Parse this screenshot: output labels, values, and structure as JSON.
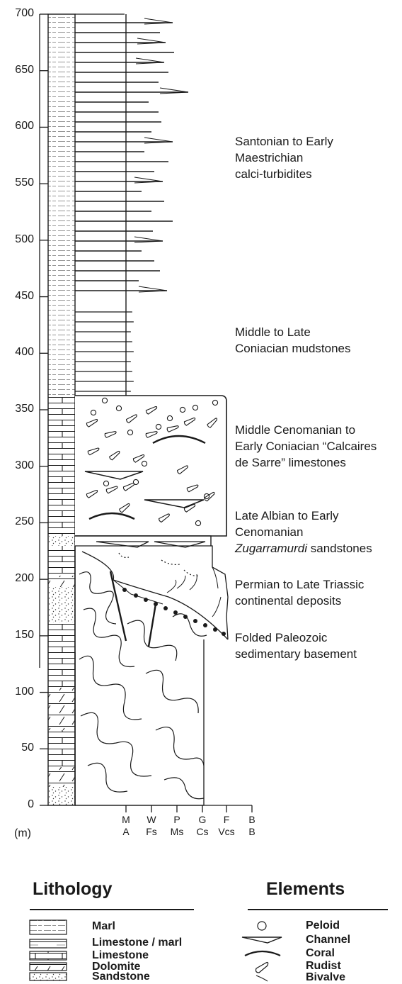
{
  "y_axis": {
    "unit": "(m)",
    "ticks": [
      {
        "label": "0",
        "value": 0
      },
      {
        "label": "50",
        "value": 50
      },
      {
        "label": "100",
        "value": 100
      },
      {
        "label": "150",
        "value": 150
      },
      {
        "label": "200",
        "value": 200
      },
      {
        "label": "250",
        "value": 250
      },
      {
        "label": "300",
        "value": 300
      },
      {
        "label": "350",
        "value": 350
      },
      {
        "label": "400",
        "value": 400
      },
      {
        "label": "450",
        "value": 450
      },
      {
        "label": "500",
        "value": 500
      },
      {
        "label": "550",
        "value": 550
      },
      {
        "label": "600",
        "value": 600
      },
      {
        "label": "650",
        "value": 650
      },
      {
        "label": "700",
        "value": 700
      }
    ]
  },
  "grain_size": [
    {
      "top": "M",
      "bottom": "A"
    },
    {
      "top": "W",
      "bottom": "Fs"
    },
    {
      "top": "P",
      "bottom": "Ms"
    },
    {
      "top": "G",
      "bottom": "Cs"
    },
    {
      "top": "F",
      "bottom": "Vcs"
    },
    {
      "top": "B",
      "bottom": "B"
    }
  ],
  "units": {
    "turbidites": {
      "line1": "Santonian to Early",
      "line2": "Maestrichian",
      "line3": "calci-turbidites"
    },
    "mudstones": {
      "line1": "Middle to Late",
      "line2": "Coniacian mudstones"
    },
    "limestones": {
      "line1": "Middle Cenomanian to",
      "line2": "Early Coniacian “Calcaires",
      "line3": "de Sarre” limestones"
    },
    "sandstones": {
      "line1": "Late Albian to Early",
      "line2": "Cenomanian",
      "line3_italic": "Zugarramurdi",
      "line3_rest": " sandstones"
    },
    "continental": {
      "line1": "Permian to Late Triassic",
      "line2": "continental deposits"
    },
    "basement": {
      "line1": "Folded Paleozoic",
      "line2": "sedimentary basement"
    }
  },
  "legend": {
    "lithology_title": "Lithology",
    "elements_title": "Elements",
    "lithology": [
      {
        "label": "Marl",
        "pattern": "marl"
      },
      {
        "label": "Limestone / marl",
        "pattern": "limestone-marl"
      },
      {
        "label": "Limestone",
        "pattern": "limestone"
      },
      {
        "label": "Dolomite",
        "pattern": "dolomite"
      },
      {
        "label": "Sandstone",
        "pattern": "sandstone"
      }
    ],
    "elements": [
      {
        "label": "Peloid",
        "icon": "peloid-icon"
      },
      {
        "label": "Channel",
        "icon": "channel-icon"
      },
      {
        "label": "Coral",
        "icon": "coral-icon"
      },
      {
        "label": "Rudist",
        "icon": "rudist-icon"
      },
      {
        "label": "Bivalve",
        "icon": "bivalve-icon"
      }
    ]
  }
}
